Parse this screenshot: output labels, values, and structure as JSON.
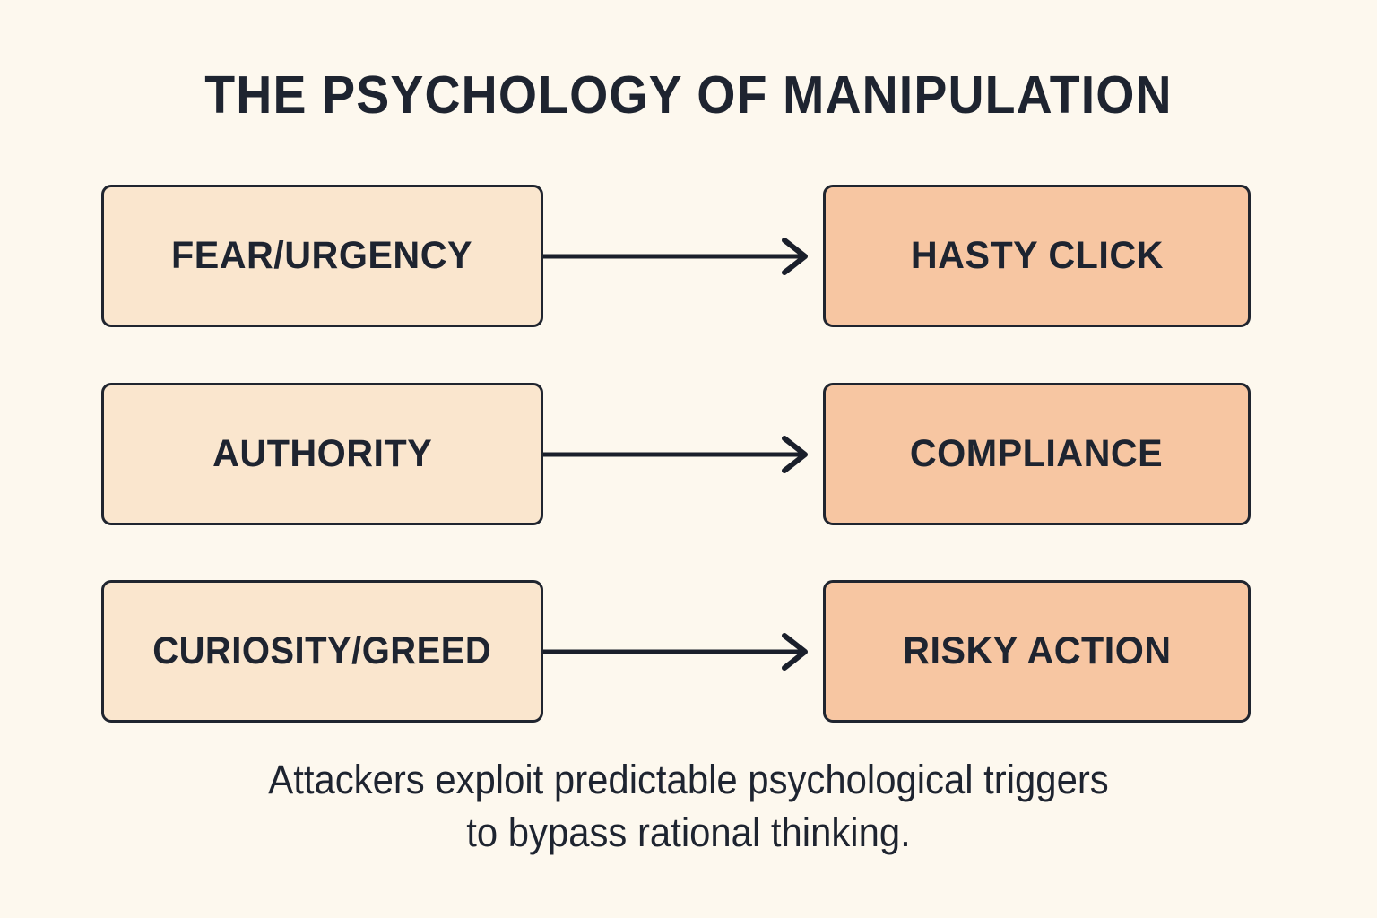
{
  "page": {
    "title": "THE PSYCHOLOGY OF MANIPULATION",
    "background_color": "#FDF8EE",
    "text_color": "#1E2430"
  },
  "colors": {
    "background": "#FDF8EE",
    "trigger_fill": "#FAE6CE",
    "outcome_fill": "#F7C6A2",
    "border": "#20252F",
    "text": "#1E2430",
    "arrow": "#1A1F2B"
  },
  "diagram": {
    "type": "flow",
    "rows": [
      {
        "trigger": "FEAR/URGENCY",
        "outcome": "HASTY CLICK",
        "connector": "arrow-right"
      },
      {
        "trigger": "AUTHORITY",
        "outcome": "COMPLIANCE",
        "connector": "arrow-right"
      },
      {
        "trigger": "CURIOSITY/GREED",
        "outcome": "RISKY ACTION",
        "connector": "arrow-right"
      }
    ]
  },
  "caption": {
    "line1": "Attackers exploit predictable psychological triggers",
    "line2": "to bypass rational thinking."
  }
}
